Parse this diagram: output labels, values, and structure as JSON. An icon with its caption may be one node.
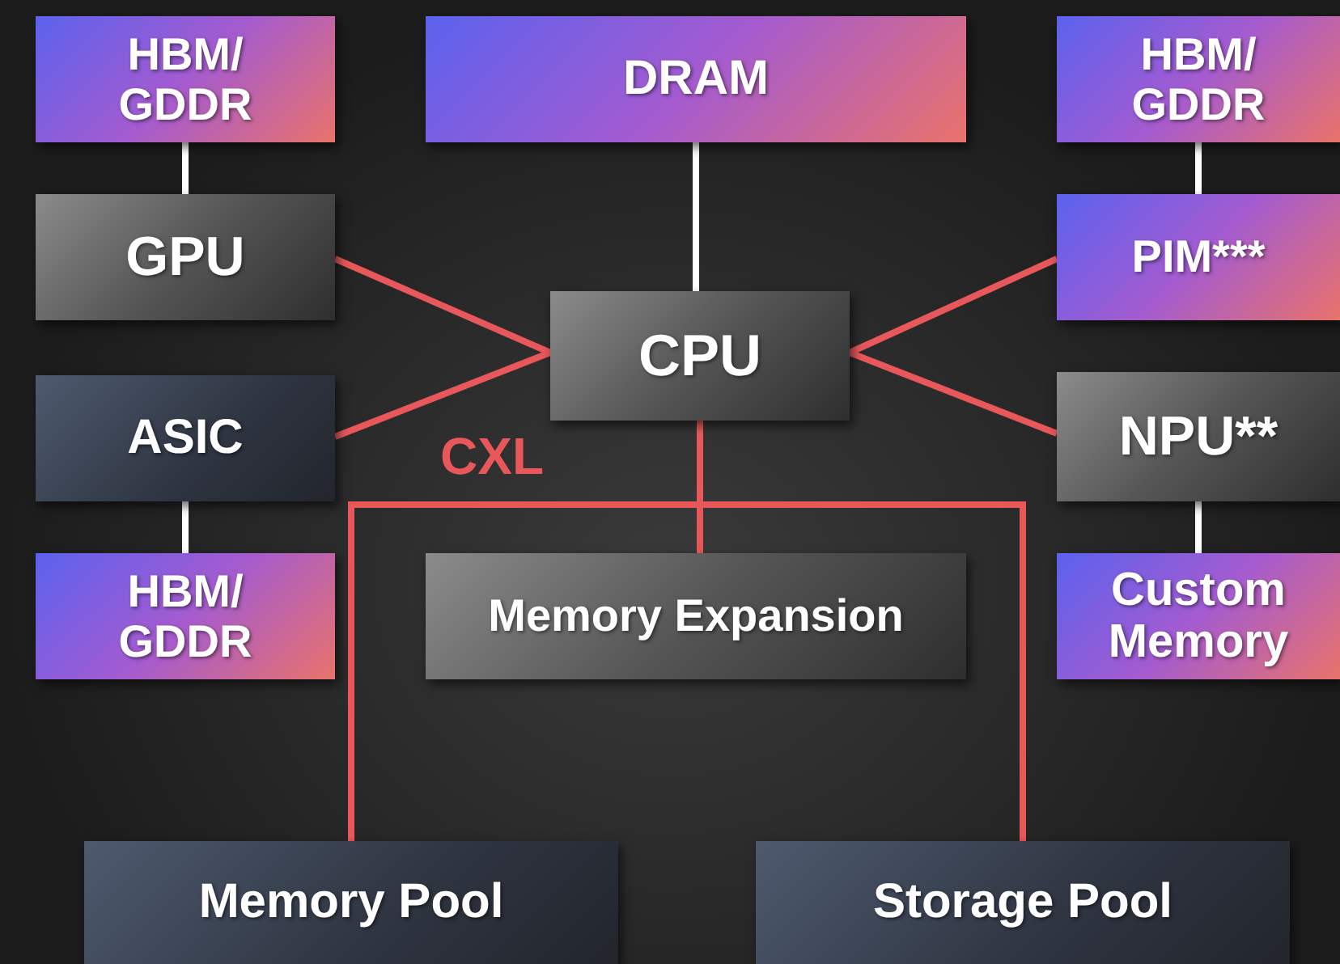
{
  "diagram": {
    "nodes": [
      {
        "text": [
          "HBM/ GDDR"
        ]
      },
      {
        "text": [
          "DRAM"
        ]
      },
      {
        "text": [
          "HBM/ GDDR"
        ]
      },
      {
        "text": [
          "GPU"
        ]
      },
      {
        "text": [
          "CPU"
        ]
      },
      {
        "text": [
          "PIM***"
        ]
      },
      {
        "text": [
          "ASIC"
        ]
      },
      {
        "text": [
          "NPU**"
        ]
      },
      {
        "text": [
          "HBM/ GDDR"
        ]
      },
      {
        "text": [
          "Memory Expansion"
        ]
      },
      {
        "text": [
          "Custom Memory"
        ]
      },
      {
        "text": [
          "Memory Pool"
        ]
      },
      {
        "text": [
          "Storage Pool"
        ]
      }
    ],
    "edges": [
      {
        "from": 0,
        "to": 3,
        "arrow": "none",
        "color": "#ffffff"
      },
      {
        "from": 1,
        "to": 4,
        "arrow": "none",
        "color": "#ffffff"
      },
      {
        "from": 2,
        "to": 5,
        "arrow": "none",
        "color": "#ffffff"
      },
      {
        "from": 6,
        "to": 8,
        "arrow": "none",
        "color": "#ffffff"
      },
      {
        "from": 7,
        "to": 10,
        "arrow": "none",
        "color": "#ffffff"
      },
      {
        "from": 3,
        "to": 4,
        "arrow": "none"
      },
      {
        "from": 6,
        "to": 4,
        "arrow": "none"
      },
      {
        "from": 5,
        "to": 4,
        "arrow": "none"
      },
      {
        "from": 7,
        "to": 4,
        "arrow": "none"
      },
      {
        "from": 4,
        "to": 9,
        "arrow": "none"
      },
      {
        "from": 4,
        "to": 11,
        "arrow": "none"
      },
      {
        "from": 4,
        "to": 12,
        "arrow": "none"
      }
    ],
    "labels": [
      "CXL"
    ]
  }
}
